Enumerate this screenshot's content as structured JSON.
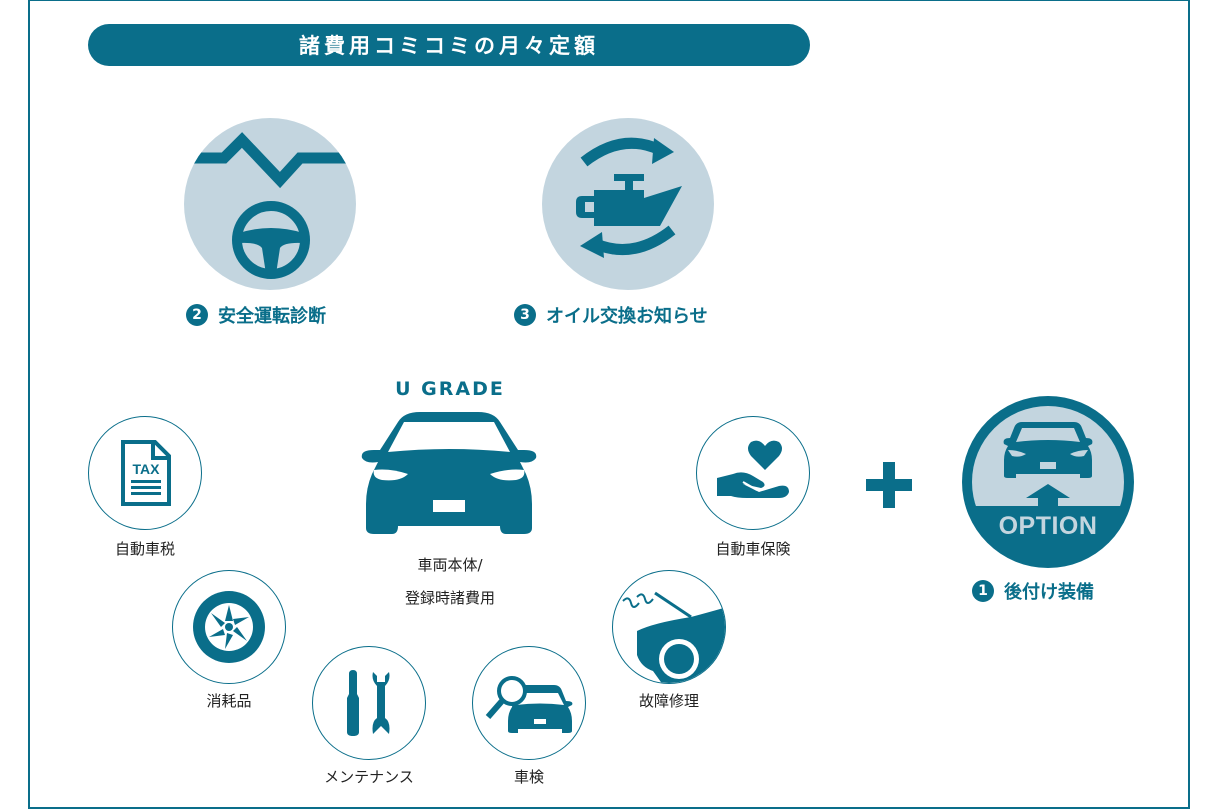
{
  "banner": {
    "title": "諸費用コミコミの月々定額"
  },
  "features_top": [
    {
      "number": "2",
      "label": "安全運転診断",
      "icon": "steering-wheel-icon"
    },
    {
      "number": "3",
      "label": "オイル交換お知らせ",
      "icon": "oil-change-icon"
    }
  ],
  "center": {
    "grade": "U GRADE",
    "caption_line1": "車両本体/",
    "caption_line2": "登録時諸費用",
    "icon": "car-front-icon"
  },
  "included_items": [
    {
      "label": "自動車税",
      "icon": "tax-document-icon",
      "icon_text": "TAX"
    },
    {
      "label": "消耗品",
      "icon": "tire-icon"
    },
    {
      "label": "メンテナンス",
      "icon": "tools-icon"
    },
    {
      "label": "車検",
      "icon": "car-inspection-icon"
    },
    {
      "label": "故障修理",
      "icon": "car-breakdown-icon"
    },
    {
      "label": "自動車保険",
      "icon": "insurance-heart-hand-icon"
    }
  ],
  "option": {
    "badge_text": "OPTION",
    "number": "1",
    "label": "後付け装備",
    "icon": "car-upgrade-icon"
  },
  "colors": {
    "primary": "#0a6e8a",
    "light": "#c3d5df",
    "text": "#222222"
  }
}
